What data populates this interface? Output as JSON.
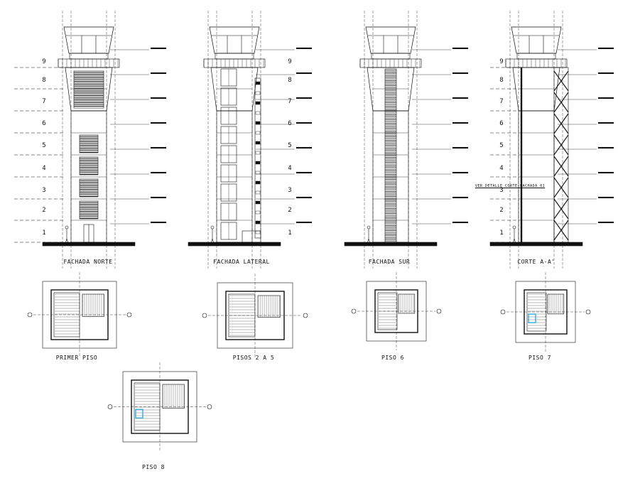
{
  "drawing": {
    "elevations": [
      {
        "title": "FACHADA NORTE"
      },
      {
        "title": "FACHADA LATERAL"
      },
      {
        "title": "FACHADA SUR"
      },
      {
        "title": "CORTE A-A'"
      }
    ],
    "plans": [
      {
        "title": "PRIMER PISO"
      },
      {
        "title": "PISOS 2 A 5"
      },
      {
        "title": "PISO 6"
      },
      {
        "title": "PISO 7"
      },
      {
        "title": "PISO 8"
      }
    ],
    "floor_levels": [
      "1",
      "2",
      "3",
      "4",
      "5",
      "6",
      "7",
      "8",
      "9"
    ],
    "section_note": "VER DETALLE CORTE-FACHADA 01",
    "colors": {
      "line": "#111111",
      "accent": "#33aadd",
      "background": "#ffffff"
    }
  }
}
